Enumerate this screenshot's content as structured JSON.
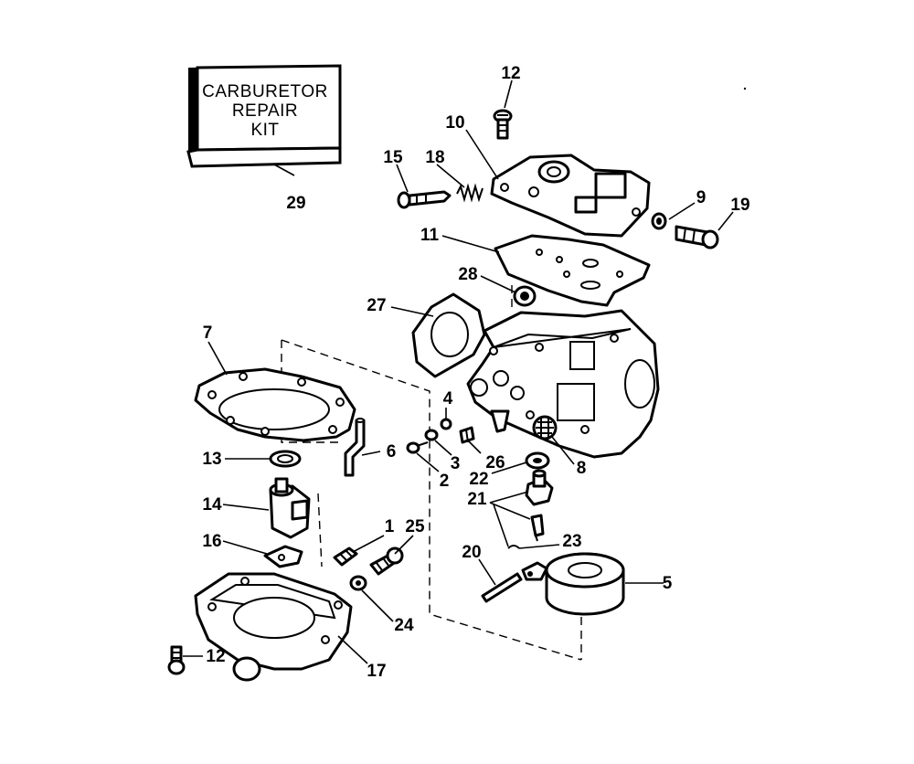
{
  "kit_box": {
    "lines": [
      "CARBURETOR",
      "REPAIR",
      "KIT"
    ]
  },
  "callouts": {
    "c12_top": "12",
    "c10": "10",
    "c15": "15",
    "c18": "18",
    "c9": "9",
    "c19": "19",
    "c11": "11",
    "c28": "28",
    "c27": "27",
    "c29": "29",
    "c7": "7",
    "c4": "4",
    "c3": "3",
    "c2": "2",
    "c26": "26",
    "c6": "6",
    "c13": "13",
    "c8": "8",
    "c22": "22",
    "c21": "21",
    "c14": "14",
    "c1": "1",
    "c25": "25",
    "c23": "23",
    "c16": "16",
    "c20": "20",
    "c5": "5",
    "c24": "24",
    "c12_bottom": "12",
    "c17": "17"
  }
}
